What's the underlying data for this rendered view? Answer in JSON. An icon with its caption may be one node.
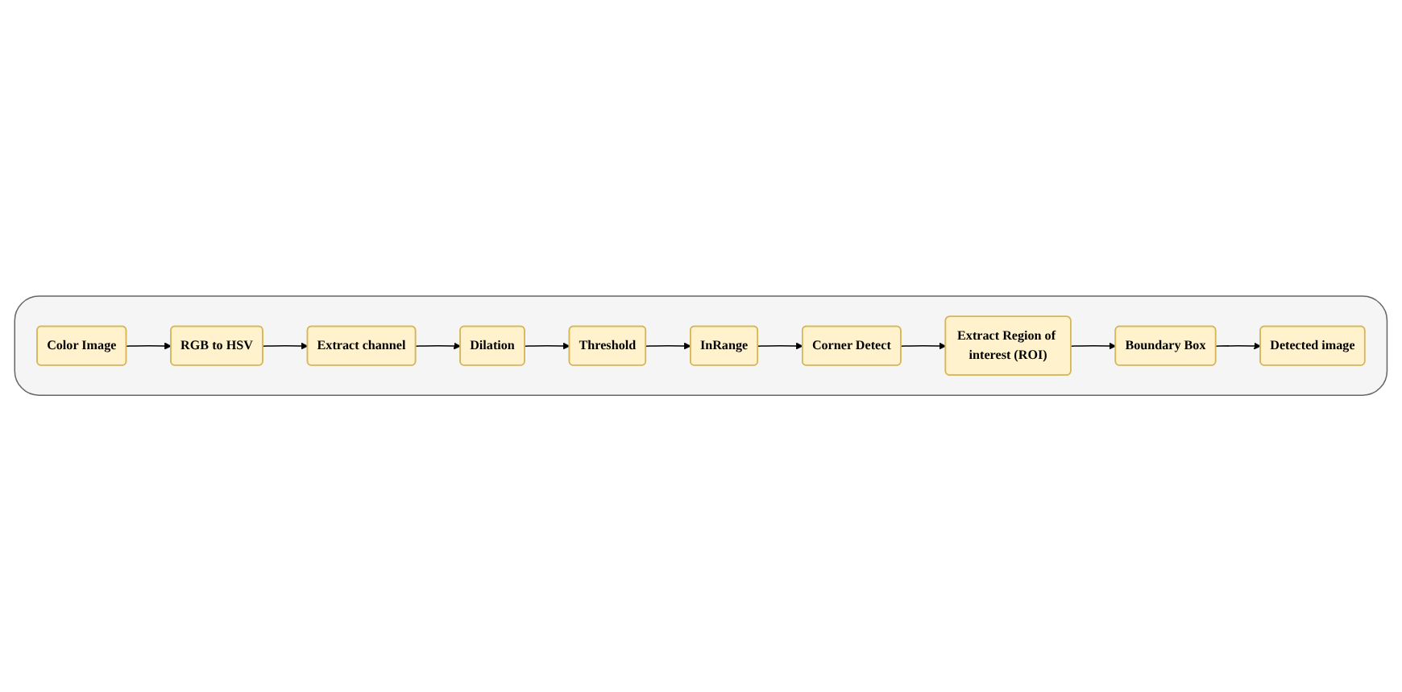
{
  "diagram": {
    "nodes": [
      {
        "text": [],
        "shape": "box"
      },
      {
        "text": [
          "Color Image"
        ],
        "in": 0
      },
      {
        "text": [
          "RGB to HSV"
        ],
        "in": 0
      },
      {
        "text": [
          "Extract channel"
        ],
        "in": 0
      },
      {
        "text": [
          "Dilation"
        ],
        "in": 0
      },
      {
        "text": [
          "Threshold"
        ],
        "in": 0
      },
      {
        "text": [
          "InRange"
        ],
        "in": 0
      },
      {
        "text": [
          "Corner Detect"
        ],
        "in": 0
      },
      {
        "text": [
          "Extract Region of interest (ROI)"
        ],
        "in": 0
      },
      {
        "text": [
          "Boundary Box"
        ],
        "in": 0
      },
      {
        "text": [
          "Detected image"
        ],
        "in": 0
      }
    ],
    "edges": [
      {
        "from": 1,
        "to": 2,
        "arrow": "to"
      },
      {
        "from": 2,
        "to": 3,
        "arrow": "to"
      },
      {
        "from": 3,
        "to": 4,
        "arrow": "to"
      },
      {
        "from": 4,
        "to": 5,
        "arrow": "to"
      },
      {
        "from": 5,
        "to": 6,
        "arrow": "to"
      },
      {
        "from": 6,
        "to": 7,
        "arrow": "to"
      },
      {
        "from": 7,
        "to": 8,
        "arrow": "to"
      },
      {
        "from": 8,
        "to": 9,
        "arrow": "to"
      },
      {
        "from": 9,
        "to": 10,
        "arrow": "to"
      }
    ]
  }
}
